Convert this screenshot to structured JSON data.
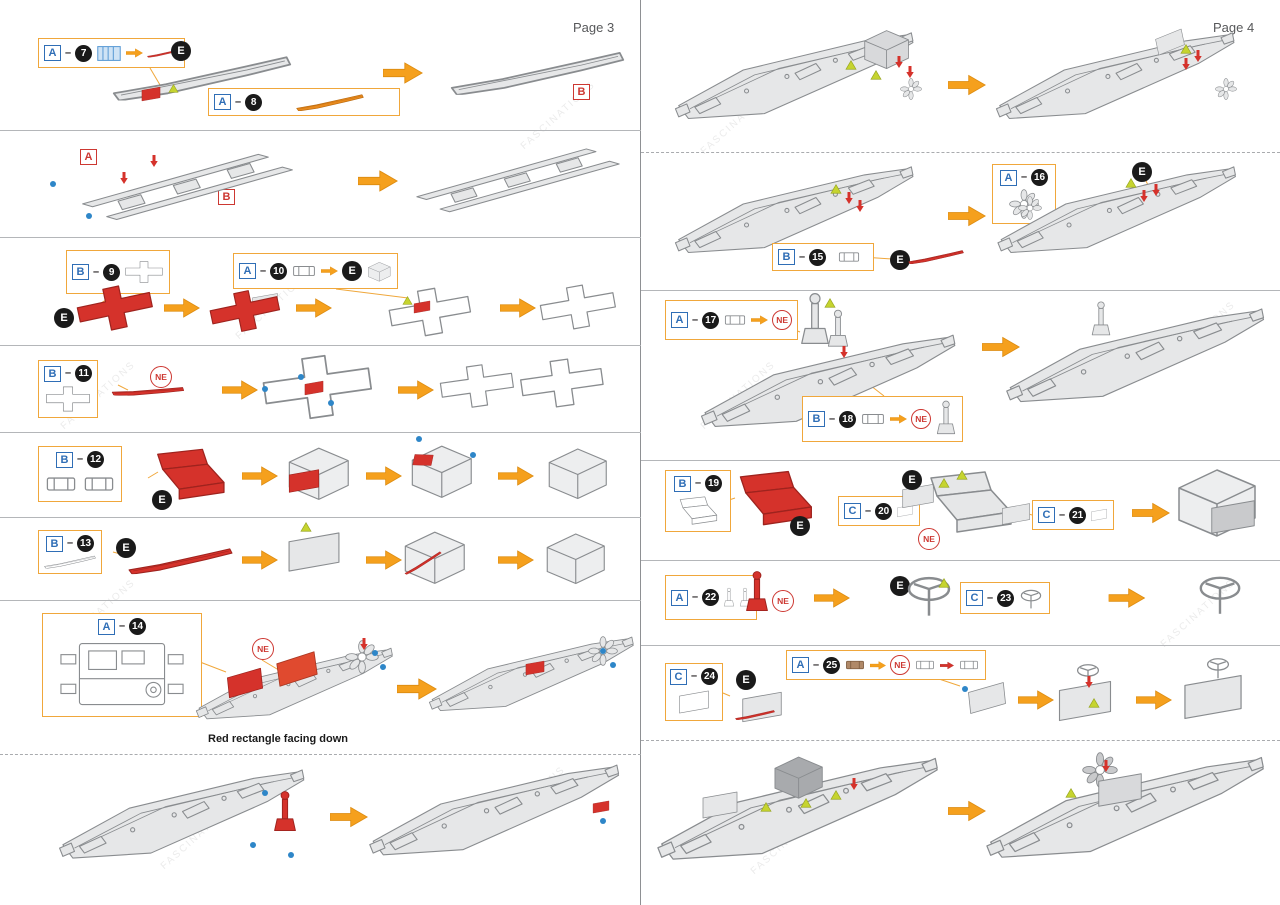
{
  "pages": {
    "left": {
      "title": "Page 3"
    },
    "right": {
      "title": "Page 4"
    }
  },
  "markers": {
    "e": "E",
    "ne": "NE",
    "dash": "–"
  },
  "labels": {
    "a": "A",
    "b": "B",
    "c": "C"
  },
  "steps": {
    "7": {
      "letter": "A",
      "num": "7"
    },
    "8": {
      "letter": "A",
      "num": "8"
    },
    "9": {
      "letter": "B",
      "num": "9"
    },
    "10": {
      "letter": "A",
      "num": "10"
    },
    "11": {
      "letter": "B",
      "num": "11"
    },
    "12": {
      "letter": "B",
      "num": "12"
    },
    "13": {
      "letter": "B",
      "num": "13"
    },
    "14": {
      "letter": "A",
      "num": "14"
    },
    "15": {
      "letter": "B",
      "num": "15"
    },
    "16": {
      "letter": "A",
      "num": "16"
    },
    "17": {
      "letter": "A",
      "num": "17"
    },
    "18": {
      "letter": "B",
      "num": "18"
    },
    "19": {
      "letter": "B",
      "num": "19"
    },
    "20": {
      "letter": "C",
      "num": "20"
    },
    "21": {
      "letter": "C",
      "num": "21"
    },
    "22": {
      "letter": "A",
      "num": "22"
    },
    "23": {
      "letter": "C",
      "num": "23"
    },
    "24": {
      "letter": "C",
      "num": "24"
    },
    "25": {
      "letter": "A",
      "num": "25"
    }
  },
  "notes": {
    "red_rectangle": "Red rectangle facing down"
  },
  "watermark": "FASCINATIONS",
  "colors": {
    "arrow": "#F5A01D",
    "callout_border": "#F0A73B",
    "tag_blue": "#2F6EB6",
    "tag_red": "#CD3832",
    "part_gray": "#E6E7E8",
    "part_red": "#D5322B",
    "part_orange": "#E98A1D",
    "green_triangle": "#C6D42F",
    "blue_dot": "#2E86C8"
  }
}
